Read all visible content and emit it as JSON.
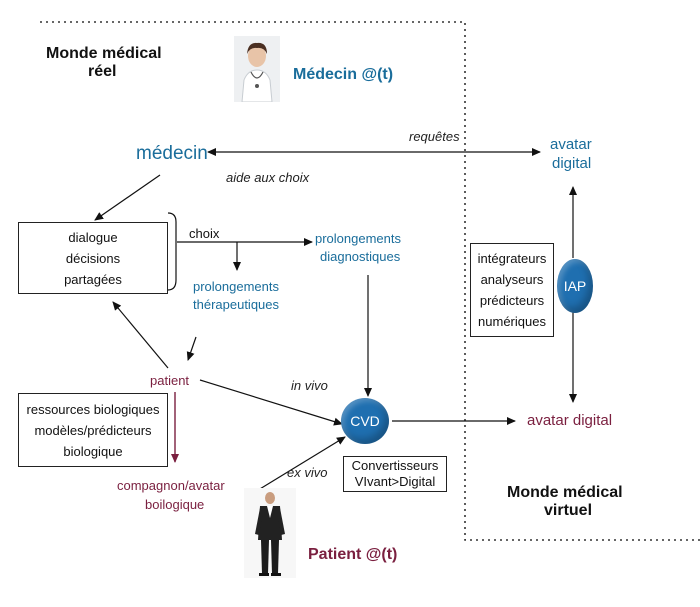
{
  "labels": {
    "monde_reel_1": "Monde médical",
    "monde_reel_2": "réel",
    "medecin_t": "Médecin @(t)",
    "medecin": "médecin",
    "requetes": "requêtes",
    "avatar_digital_top_1": "avatar",
    "avatar_digital_top_2": "digital",
    "aide_aux_choix": "aide aux choix",
    "choix": "choix",
    "prolongements_diag_1": "prolongements",
    "prolongements_diag_2": "diagnostiques",
    "prolongements_ther_1": "prolongements",
    "prolongements_ther_2": "thérapeutiques",
    "patient": "patient",
    "in_vivo": "in vivo",
    "ex_vivo": "ex vivo",
    "avatar_digital": "avatar digital",
    "compagnon_1": "compagnon/avatar",
    "compagnon_2": "boilogique",
    "monde_virtuel_1": "Monde médical",
    "monde_virtuel_2": "virtuel",
    "patient_t": "Patient @(t)"
  },
  "boxes": {
    "dialogue": [
      "dialogue",
      "décisions",
      "partagées"
    ],
    "ressources": [
      "ressources biologiques",
      "modèles/prédicteurs",
      "biologique"
    ],
    "integrateurs": [
      "intégrateurs",
      "analyseurs",
      "prédicteurs",
      "numériques"
    ],
    "convertisseurs": [
      "Convertisseurs",
      "VIvant>Digital"
    ]
  },
  "nodes": {
    "iap": "IAP",
    "cvd": "CVD"
  },
  "colors": {
    "blue_text": "#1a6d9b",
    "maroon_text": "#7a1f3f",
    "node_fill": "#1f6fb0"
  }
}
